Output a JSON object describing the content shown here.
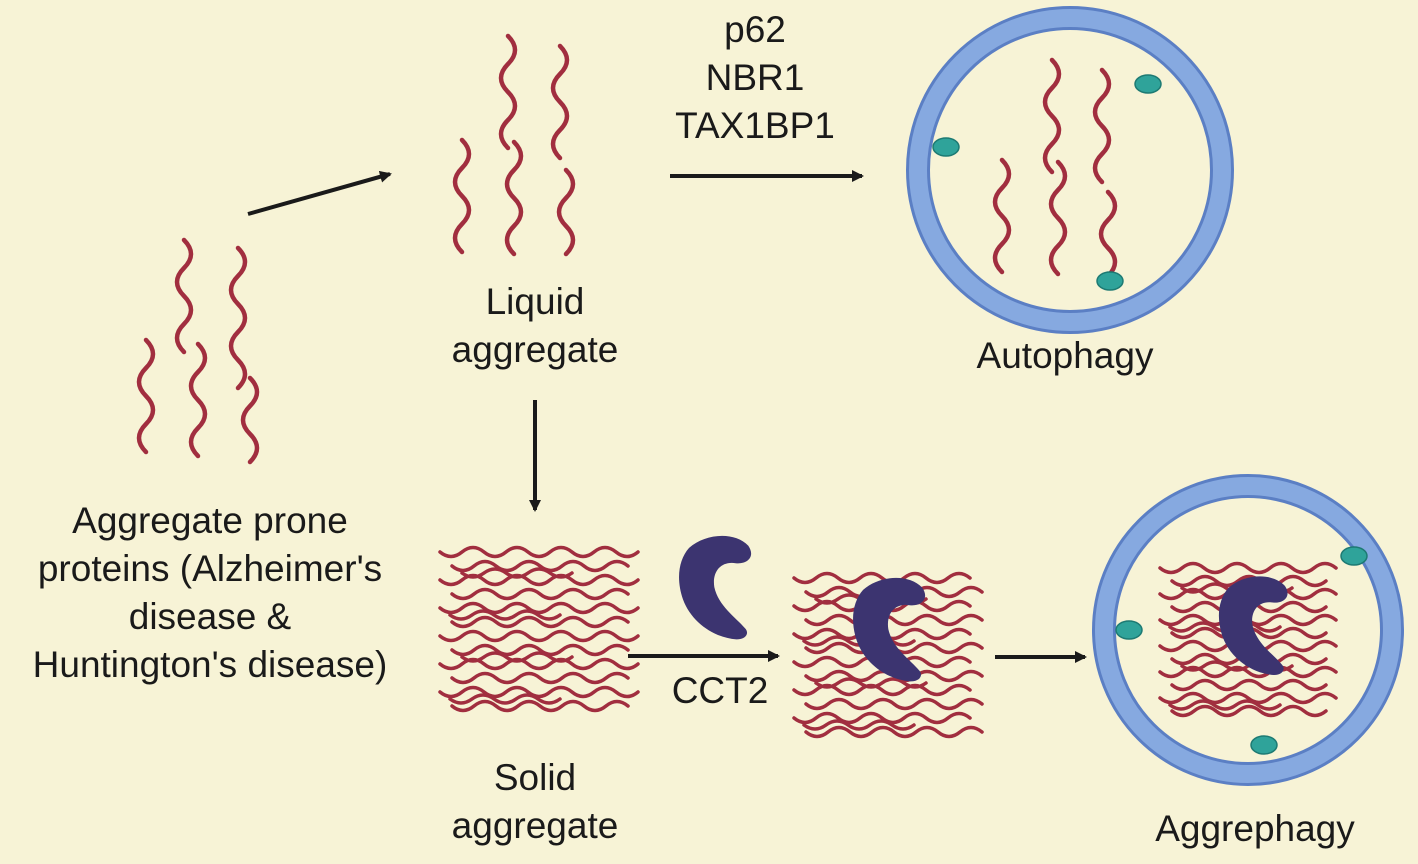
{
  "labels": {
    "aggregate_prone_proteins": "Aggregate prone\nproteins (Alzheimer's\ndisease &\nHuntington's disease)",
    "liquid_aggregate": "Liquid\naggregate",
    "receptors": "p62\nNBR1\nTAX1BP1",
    "autophagy": "Autophagy",
    "solid_aggregate": "Solid\naggregate",
    "cct2": "CCT2",
    "aggrephagy": "Aggrephagy"
  },
  "colors": {
    "background": "#f7f3d6",
    "protein_strand": "#a12e3f",
    "vesicle_ring": "#86a9e0",
    "vesicle_ring_edge": "#5b7fc4",
    "teal_particle": "#2fa39a",
    "cct2_blob": "#3c3470",
    "arrow": "#1a1a1a"
  },
  "icons": {
    "protein_strands": "wavy-protein-strand-icon",
    "vesicle": "autophagosome-vesicle-icon",
    "chaperonin": "cct2-chaperonin-icon",
    "receptor_particle": "teal-particle-icon"
  }
}
